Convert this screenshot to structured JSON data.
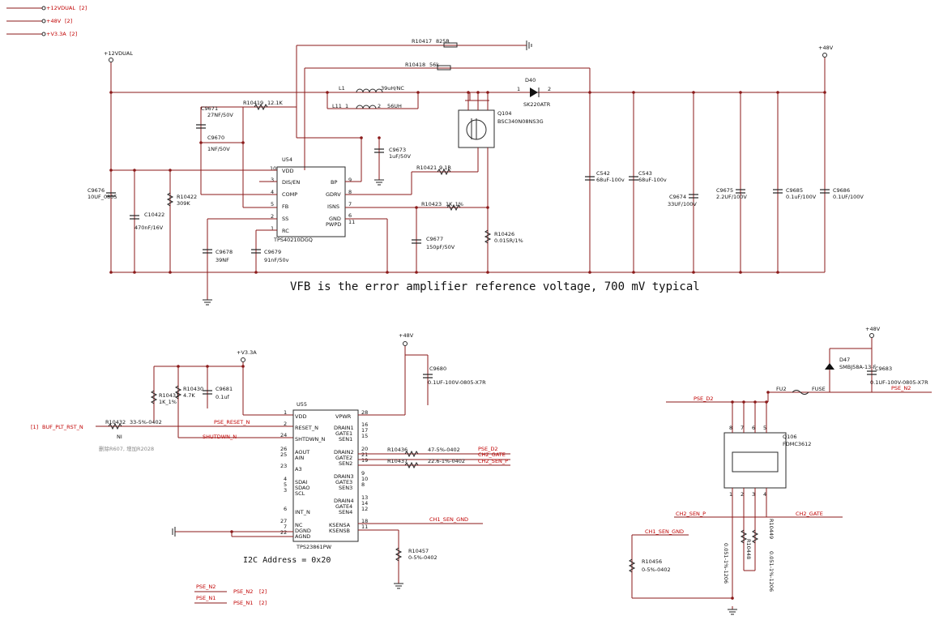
{
  "power_ports": [
    {
      "name": "+12VDUAL",
      "sheet": "[2]"
    },
    {
      "name": "+48V",
      "sheet": "[2]"
    },
    {
      "name": "+V3.3A",
      "sheet": "[2]"
    }
  ],
  "rails": {
    "v12": "+12VDUAL",
    "v48": "+48V",
    "v33": "+V3.3A"
  },
  "note_vfb": "VFB is the error amplifier reference voltage, 700 mV typical",
  "note_i2c": "I2C Address = 0x20",
  "u54": {
    "ref": "U54",
    "part": "TPS40210DGQ",
    "left_pins": [
      {
        "num": "10",
        "name": "VDD"
      },
      {
        "num": "3",
        "name": "DIS/EN"
      },
      {
        "num": "4",
        "name": "COMP"
      },
      {
        "num": "5",
        "name": "FB"
      },
      {
        "num": "2",
        "name": "SS"
      },
      {
        "num": "1",
        "name": "RC"
      }
    ],
    "right_pins": [
      {
        "num": "9",
        "name": "BP"
      },
      {
        "num": "8",
        "name": "GDRV"
      },
      {
        "num": "7",
        "name": "ISNS"
      },
      {
        "num": "6",
        "name": "GND"
      },
      {
        "num": "11",
        "name": "PWPD"
      }
    ]
  },
  "boost": {
    "l1": {
      "ref": "L1",
      "value": "39uH/NC"
    },
    "l11": {
      "ref": "L11",
      "p1": "1",
      "p2": "2",
      "value": "56UH"
    },
    "d40": {
      "ref": "D40",
      "part": "SK220ATR",
      "p1": "1",
      "p2": "2"
    },
    "q104": {
      "ref": "Q104",
      "part": "BSC340N08NS3G"
    },
    "r10417": {
      "ref": "R10417",
      "value": "825R"
    },
    "r10418": {
      "ref": "R10418",
      "value": "56k"
    },
    "r10419": {
      "ref": "R10419",
      "value": "12.1K"
    },
    "r10421": {
      "ref": "R10421",
      "value": "9.1R"
    },
    "r10423": {
      "ref": "R10423",
      "value": "1K_1%"
    },
    "r10426": {
      "ref": "R10426",
      "value": "0.015R/1%"
    },
    "r10422": {
      "ref": "R10422",
      "value": "309K"
    },
    "c9671": {
      "ref": "C9671",
      "value": "27NF/50V"
    },
    "c9670": {
      "ref": "C9670",
      "value": "1NF/50V"
    },
    "c9673": {
      "ref": "C9673",
      "value": "1uF/50V"
    },
    "c9676": {
      "ref": "C9676",
      "value": "10UF_0805"
    },
    "c10422": {
      "ref": "C10422",
      "value": "470nF/16V"
    },
    "c9678": {
      "ref": "C9678",
      "value": "39NF"
    },
    "c9679": {
      "ref": "C9679",
      "value": "91nF/50v"
    },
    "c9677": {
      "ref": "C9677",
      "value": "150pF/50V"
    },
    "c542": {
      "ref": "C542",
      "value": "68uF-100v"
    },
    "c543": {
      "ref": "C543",
      "value": "68uF-100v"
    },
    "c9674": {
      "ref": "C9674",
      "value": "33UF/100V"
    },
    "c9675": {
      "ref": "C9675",
      "value": "2.2UF/100V"
    },
    "c9685": {
      "ref": "C9685",
      "value": "0.1uF/100V"
    },
    "c9686": {
      "ref": "C9686",
      "value": "0.1UF/100V"
    }
  },
  "u55": {
    "ref": "U55",
    "part": "TPS23861PW",
    "left_pins": [
      {
        "num": "1",
        "name": "VDD"
      },
      {
        "num": "2",
        "name": "RESET_N"
      },
      {
        "num": "24",
        "name": "SHTDWN_N"
      },
      {
        "num": "26",
        "name": "AOUT"
      },
      {
        "num": "25",
        "name": "AIN"
      },
      {
        "num": "23",
        "name": "A3"
      },
      {
        "num": "4",
        "name": "SDAI"
      },
      {
        "num": "5",
        "name": "SDAO"
      },
      {
        "num": "3",
        "name": "SCL"
      },
      {
        "num": "6",
        "name": "INT_N"
      },
      {
        "num": "27",
        "name": "NC"
      },
      {
        "num": "7",
        "name": "DGND"
      },
      {
        "num": "22",
        "name": "AGND"
      }
    ],
    "right_pins": [
      {
        "num": "28",
        "name": "VPWR"
      },
      {
        "num": "16",
        "name": "DRAIN1"
      },
      {
        "num": "17",
        "name": "GATE1"
      },
      {
        "num": "15",
        "name": "SEN1"
      },
      {
        "num": "20",
        "name": "DRAIN2"
      },
      {
        "num": "21",
        "name": "GATE2"
      },
      {
        "num": "19",
        "name": "SEN2"
      },
      {
        "num": "9",
        "name": "DRAIN3"
      },
      {
        "num": "10",
        "name": "GATE3"
      },
      {
        "num": "8",
        "name": "SEN3"
      },
      {
        "num": "13",
        "name": "DRAIN4"
      },
      {
        "num": "14",
        "name": "GATE4"
      },
      {
        "num": "12",
        "name": "SEN4"
      },
      {
        "num": "18",
        "name": "KSENSA"
      },
      {
        "num": "11",
        "name": "KSENSB"
      }
    ]
  },
  "poe": {
    "c9680": {
      "ref": "C9680",
      "value": "0.1UF-100V-0805-X7R"
    },
    "r10430": {
      "ref": "R10430",
      "value": "4.7K"
    },
    "r10431": {
      "ref": "R10431",
      "value": "1K_1%"
    },
    "c9681": {
      "ref": "C9681",
      "value": "0.1uf"
    },
    "r10432": {
      "ref": "R10432",
      "value": "33-5%-0402",
      "ni": "NI"
    },
    "r10436": {
      "ref": "R10436",
      "value": "47-5%-0402"
    },
    "r10437": {
      "ref": "R10437",
      "value": "22.6-1%-0402"
    },
    "r10457": {
      "ref": "R10457",
      "value": "0-5%-0402"
    },
    "note_cn": "删除R607, 增加R2028",
    "buf_sheet": "[1]",
    "buf_net": "BUF_PLT_RST_N",
    "nets": {
      "pse_reset": "PSE_RESET_N",
      "shutdn": "SHUTDWN_N",
      "pse_d2": "PSE_D2",
      "ch2_gate": "CH2_GATE",
      "ch2_sen_p": "CH2_SEN_P",
      "ch1_sen_gnd": "CH1_SEN_GND",
      "pse_n2": "PSE_N2",
      "pse_n1": "PSE_N1"
    },
    "ports": [
      {
        "label": "PSE_N2",
        "port": "PSE_N2",
        "sheet": "[2]"
      },
      {
        "label": "PSE_N1",
        "port": "PSE_N1",
        "sheet": "[2]"
      }
    ]
  },
  "output": {
    "d47": {
      "ref": "D47",
      "part": "SMBJ58A-13-F"
    },
    "c9683": {
      "ref": "C9683",
      "value": "0.1UF-100V-0805-X7R"
    },
    "fu2": {
      "ref": "FU2",
      "label": "FUSE"
    },
    "q106": {
      "ref": "Q106",
      "part": "FDMC3612"
    },
    "q106_pins": [
      "8",
      "7",
      "6",
      "5",
      "1",
      "2",
      "3",
      "4"
    ],
    "r10448": {
      "ref": "R10448",
      "value": "0.051-1%-1206"
    },
    "r10449": {
      "ref": "R10449",
      "value": "0.051-1%-1206"
    },
    "r10456": {
      "ref": "R10456",
      "value": "0-5%-0402"
    },
    "nets": {
      "pse_d2": "PSE_D2",
      "pse_n2": "PSE_N2",
      "ch2_sen_p": "CH2_SEN_P",
      "ch2_gate": "CH2_GATE",
      "ch1_sen_gnd": "CH1_SEN_GND"
    }
  }
}
